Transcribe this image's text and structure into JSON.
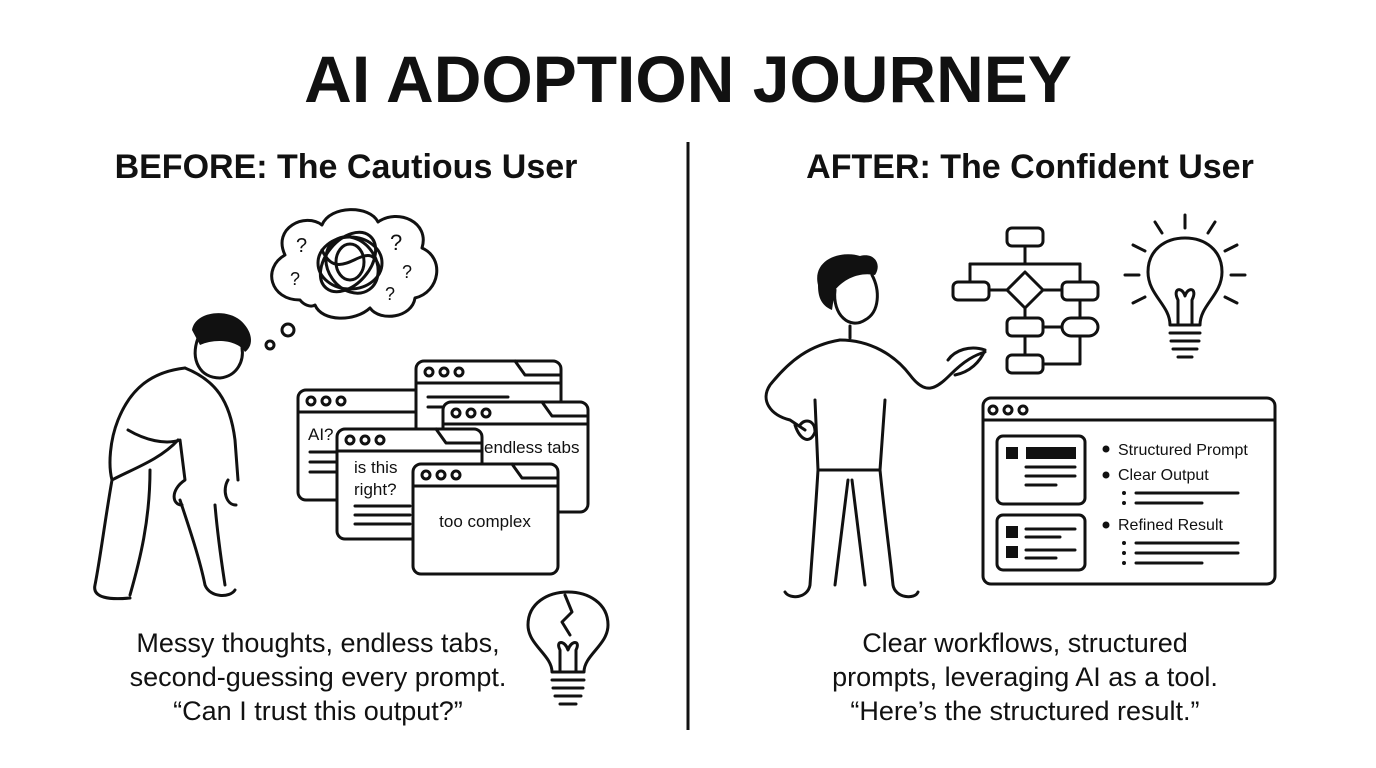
{
  "title": "AI ADOPTION JOURNEY",
  "before": {
    "heading": "BEFORE: The Cautious User",
    "windows": {
      "w1": "AI?",
      "w3": "endless tabs",
      "w4_line1": "is this",
      "w4_line2": "right?",
      "w5": "too complex"
    },
    "caption": [
      "Messy thoughts, endless tabs,",
      "second-guessing every prompt.",
      "“Can I trust this output?”"
    ]
  },
  "after": {
    "heading": "AFTER: The Confident User",
    "window_items": [
      "Structured Prompt",
      "Clear Output",
      "Refined Result"
    ],
    "caption": [
      "Clear workflows, structured",
      "prompts, leveraging AI as a tool.",
      "“Here’s the structured result.”"
    ]
  },
  "thought_marks": [
    "?",
    "?",
    "?",
    "?",
    "?"
  ],
  "colors": {
    "ink": "#111111",
    "background": "#ffffff"
  }
}
